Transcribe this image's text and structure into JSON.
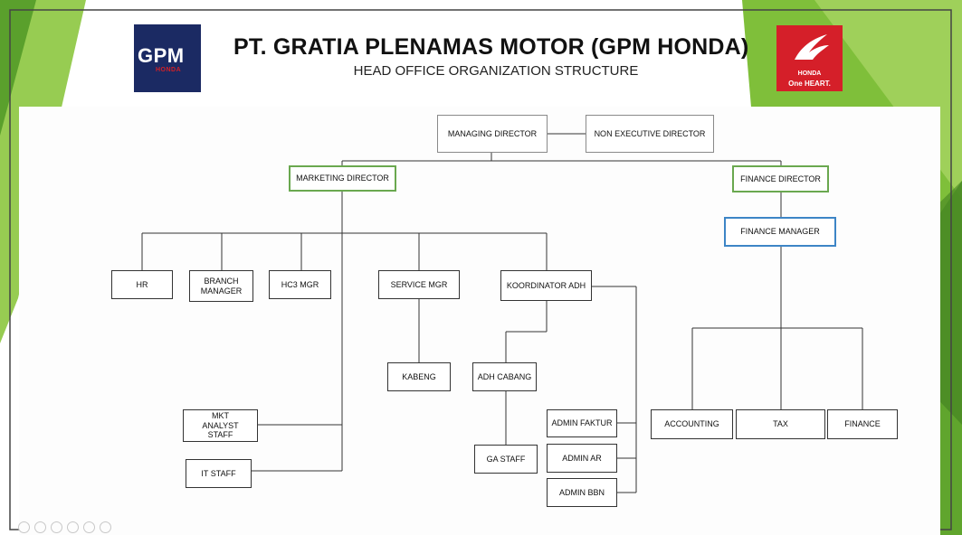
{
  "header": {
    "title": "PT. GRATIA PLENAMAS MOTOR (GPM HONDA)",
    "subtitle": "HEAD OFFICE ORGANIZATION STRUCTURE",
    "logo_left": {
      "text": "GPM",
      "sub": "HONDA"
    },
    "logo_right": {
      "brand": "HONDA",
      "tagline": "One HEART."
    }
  },
  "colors": {
    "green_dark": "#4a8f1e",
    "green_light": "#8cc63f",
    "green_box": "#6aa84f",
    "blue_box": "#3d85c6",
    "navy": "#1b2a63",
    "honda_red": "#d51f29"
  },
  "org": {
    "managing_director": "MANAGING DIRECTOR",
    "non_executive_director": "NON EXECUTIVE DIRECTOR",
    "marketing_director": "MARKETING DIRECTOR",
    "finance_director": "FINANCE DIRECTOR",
    "finance_manager": "FINANCE MANAGER",
    "hr": "HR",
    "branch_manager": "BRANCH MANAGER",
    "hc3_mgr": "HC3 MGR",
    "service_mgr": "SERVICE MGR",
    "koordinator_adh": "KOORDINATOR ADH",
    "kabeng": "KABENG",
    "adh_cabang": "ADH CABANG",
    "mkt_analyst_staff": "MKT ANALYST STAFF",
    "it_staff": "IT STAFF",
    "ga_staff": "GA STAFF",
    "admin_faktur": "ADMIN FAKTUR",
    "admin_ar": "ADMIN AR",
    "admin_bbn": "ADMIN BBN",
    "accounting": "ACCOUNTING",
    "tax": "TAX",
    "finance": "FINANCE"
  }
}
